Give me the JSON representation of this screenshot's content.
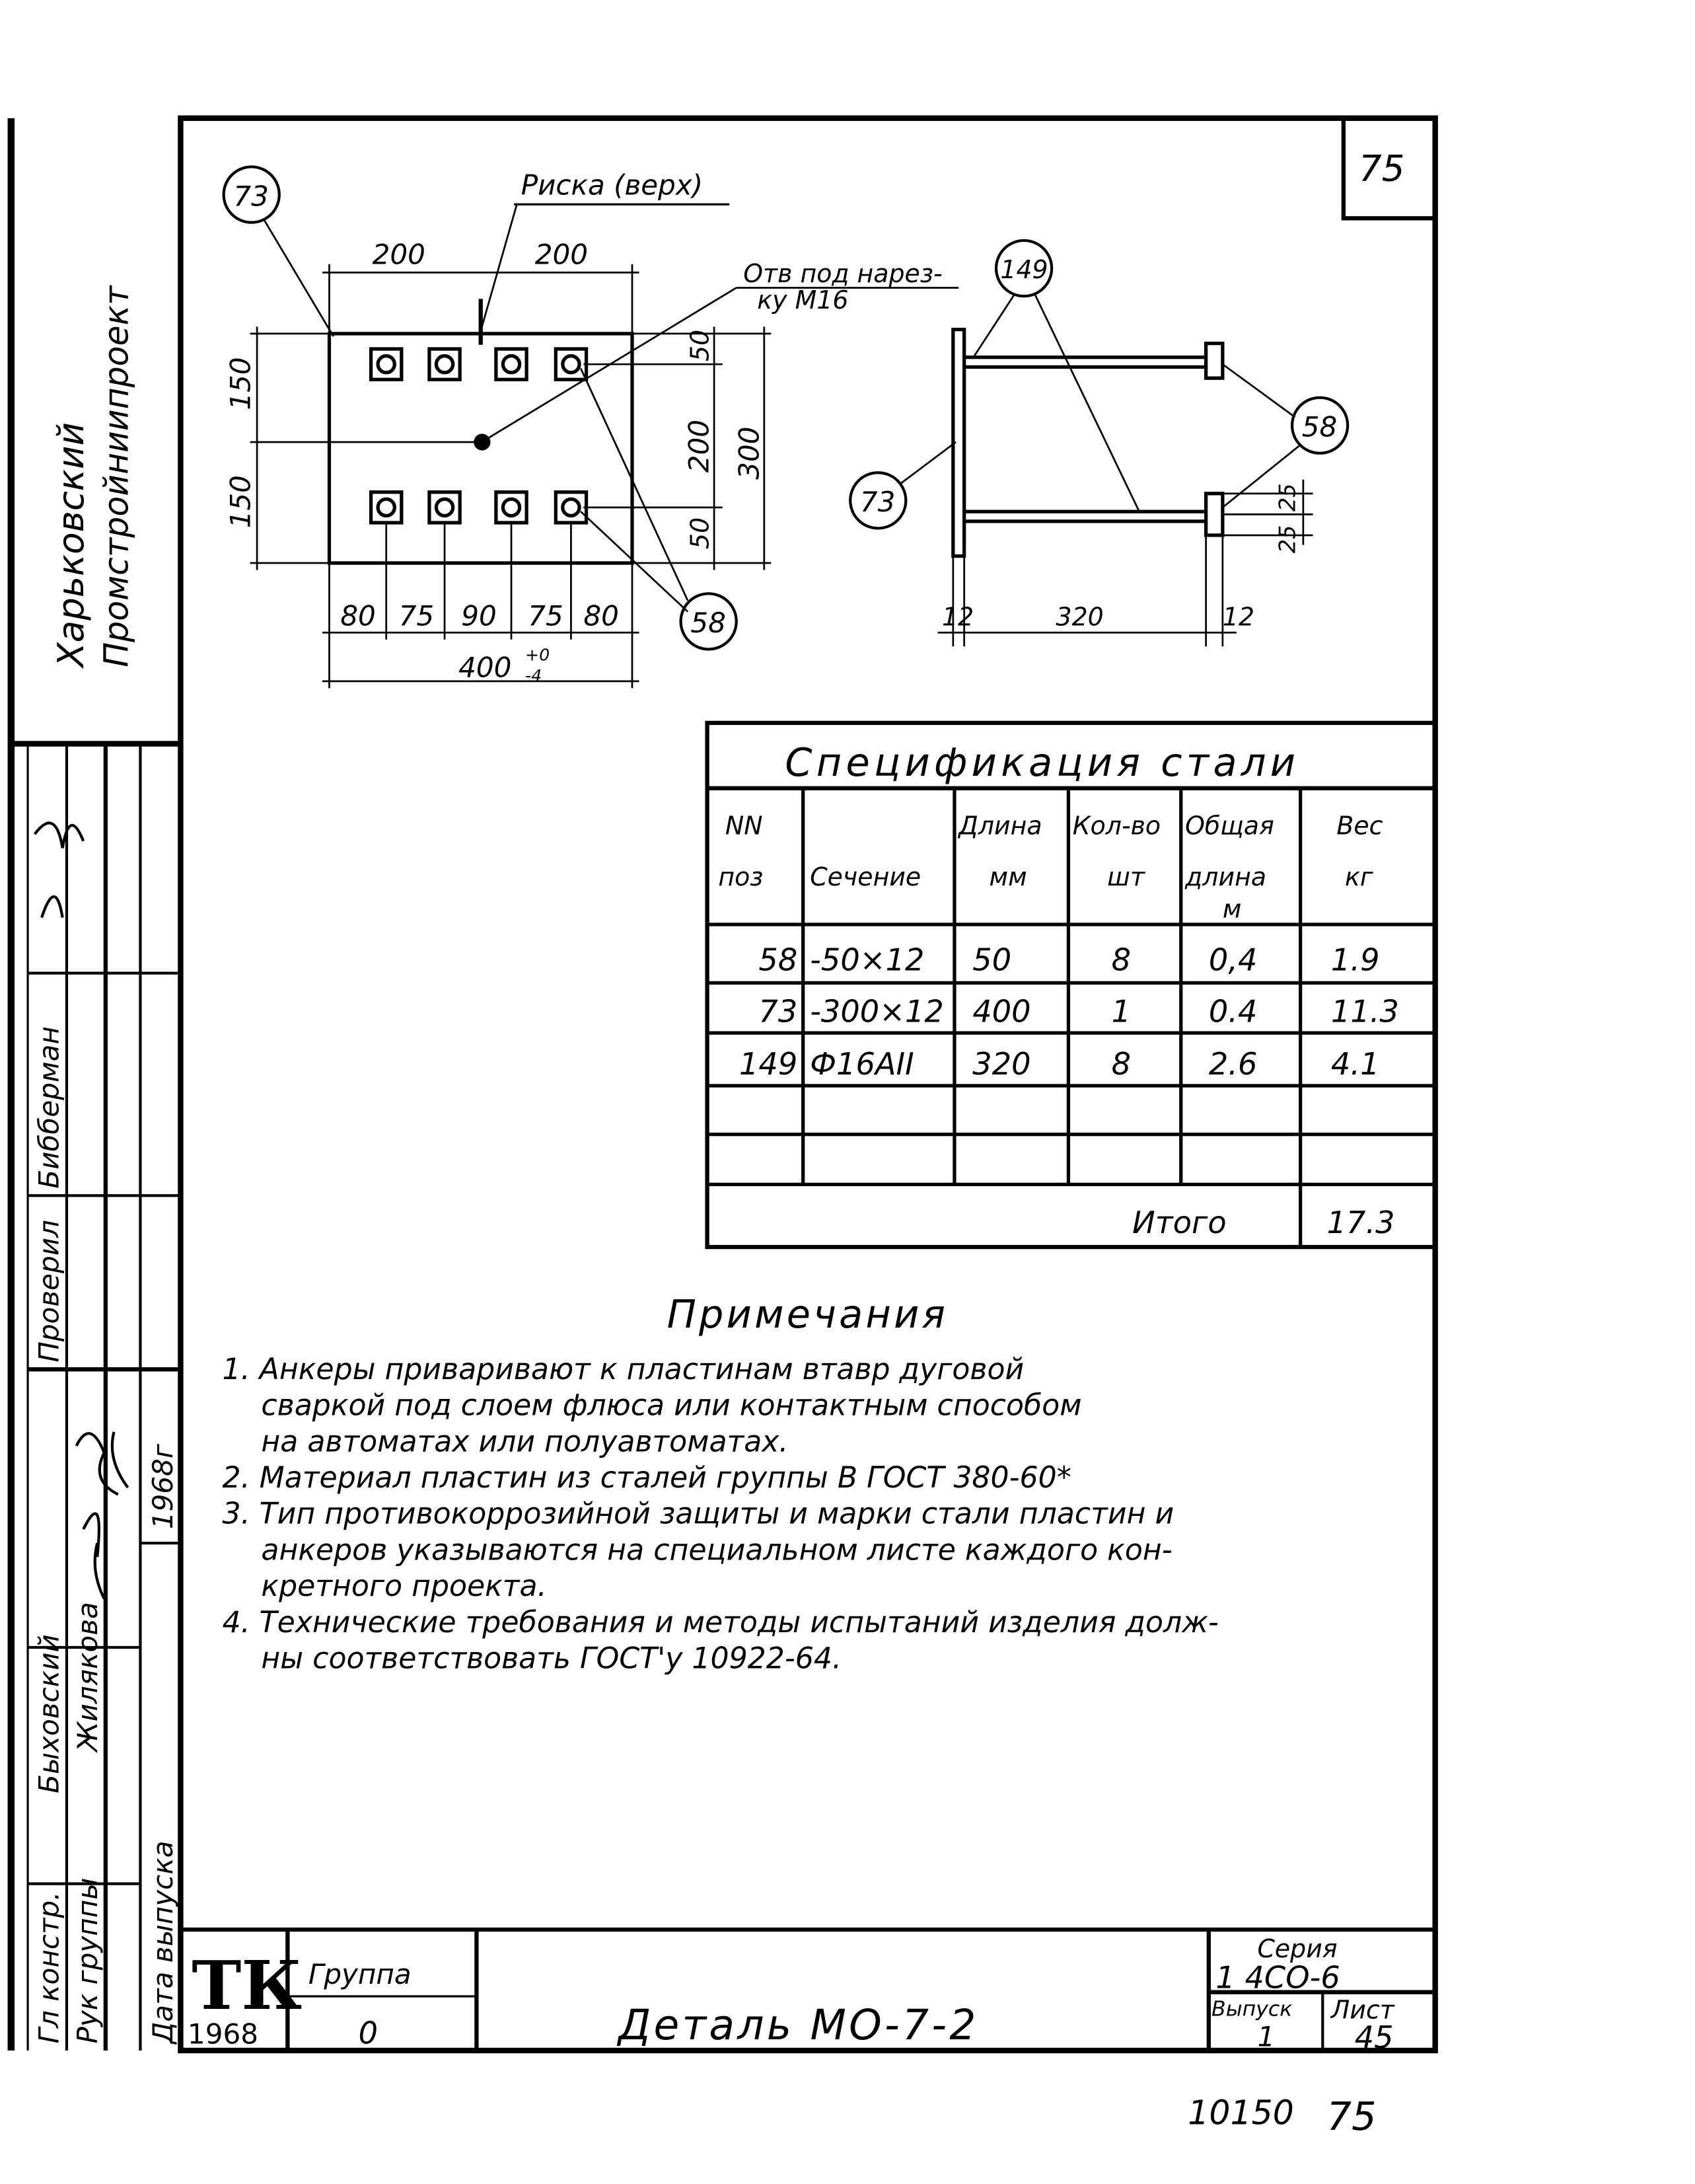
{
  "sheet_corner_number": "75",
  "drawing": {
    "callouts": {
      "plate_front": "73",
      "anchor_front": "58",
      "bar_side": "149",
      "anchor_side": "58",
      "plate_side": "73"
    },
    "mark_label": "Риска (верх)",
    "hole_label_line1": "Отв под нарез-",
    "hole_label_line2": "ку М16",
    "dims_top": [
      "200",
      "200"
    ],
    "dims_left": [
      "150",
      "150"
    ],
    "dims_right": [
      "50",
      "200",
      "50"
    ],
    "dim_right_total": "300",
    "dims_bottom": [
      "80",
      "75",
      "90",
      "75",
      "80"
    ],
    "dim_total": "400",
    "dim_total_tol_upper": "+0",
    "dim_total_tol_lower": "-4",
    "side_dims": {
      "left": "12",
      "mid": "320",
      "right": "12",
      "h1": "25",
      "h2": "25"
    }
  },
  "spec_table": {
    "title": "Спецификация стали",
    "headers": [
      [
        "NN",
        "поз"
      ],
      [
        "",
        "Сечение"
      ],
      [
        "Длина",
        "мм"
      ],
      [
        "Кол-во",
        "шт"
      ],
      [
        "Общая",
        "длина",
        "м"
      ],
      [
        "Вес",
        "кг"
      ]
    ],
    "rows": [
      [
        "58",
        "-50×12",
        "50",
        "8",
        "0,4",
        "1.9"
      ],
      [
        "73",
        "-300×12",
        "400",
        "1",
        "0.4",
        "11.3"
      ],
      [
        "149",
        "Ф16АII",
        "320",
        "8",
        "2.6",
        "4.1"
      ],
      [
        "",
        "",
        "",
        "",
        "",
        ""
      ],
      [
        "",
        "",
        "",
        "",
        "",
        ""
      ]
    ],
    "total_label": "Итого",
    "total_value": "17.3"
  },
  "notes": {
    "title": "Примечания",
    "lines": [
      "1. Анкеры приваривают к пластинам втавр дуговой",
      "сваркой под слоем флюса или контактным способом",
      "на автоматах или полуавтоматах.",
      "2. Материал пластин из сталей группы В ГОСТ 380-60*",
      "3. Тип противокоррозийной защиты и марки стали пластин и",
      "анкеров указываются на специальном листе каждого кон-",
      "кретного проекта.",
      "4. Технические требования и методы испытаний изделия долж-",
      "ны соответствовать ГОСТ'у 10922-64."
    ]
  },
  "side_stamp": {
    "org_line1": "Харьковский",
    "org_line2": "Промстройниипроект",
    "roles": [
      "Гл констр.",
      "Рук группы",
      "Дата выпуска",
      "Проверил"
    ],
    "names": [
      "Быховский",
      "Жилякова",
      "Бибберман"
    ],
    "date": "1968г"
  },
  "title_block": {
    "logo": "ТК",
    "year": "1968",
    "group_label": "Группа",
    "group_value": "0",
    "title": "Деталь МО-7-2",
    "series_label": "Серия",
    "series_value": "1 4СО-6",
    "issue_label": "Выпуск",
    "issue_value": "1",
    "sheet_label": "Лист",
    "sheet_value": "45"
  },
  "footer": {
    "archive_number": "10150",
    "page": "75"
  }
}
